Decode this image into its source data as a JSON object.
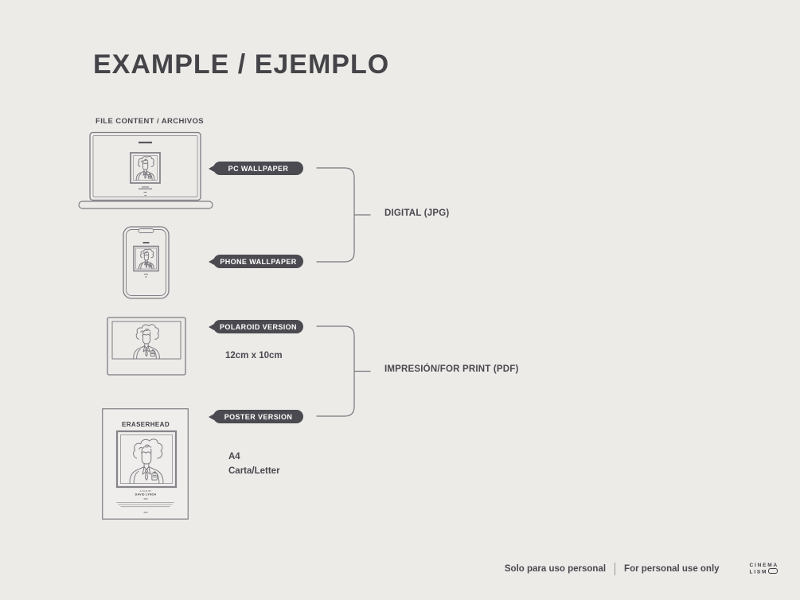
{
  "title": "EXAMPLE / EJEMPLO",
  "section_label": "FILE CONTENT / ARCHIVOS",
  "pills": [
    {
      "label": "PC WALLPAPER"
    },
    {
      "label": "PHONE WALLPAPER"
    },
    {
      "label": "POLAROID VERSION"
    },
    {
      "label": "POSTER VERSION"
    }
  ],
  "groups": {
    "digital": "DIGITAL (JPG)",
    "print": "IMPRESIÓN/FOR PRINT (PDF)"
  },
  "sizes": {
    "polaroid": "12cm x 10cm",
    "poster_line1": "A4",
    "poster_line2": "Carta/Letter"
  },
  "poster": {
    "title": "ERASERHEAD",
    "credit_line1": "A FILM BY",
    "credit_line2": "DAVID LYNCH"
  },
  "footer": {
    "left": "Solo para uso personal",
    "right": "For personal use only",
    "logo_line1": "CINEMA",
    "logo_line2": "LISM"
  },
  "colors": {
    "background": "#edebe8",
    "ink": "#47464c",
    "illustration_outline": "#7d7c82",
    "pill_background": "#4b4a50",
    "pill_text": "#ffffff"
  }
}
